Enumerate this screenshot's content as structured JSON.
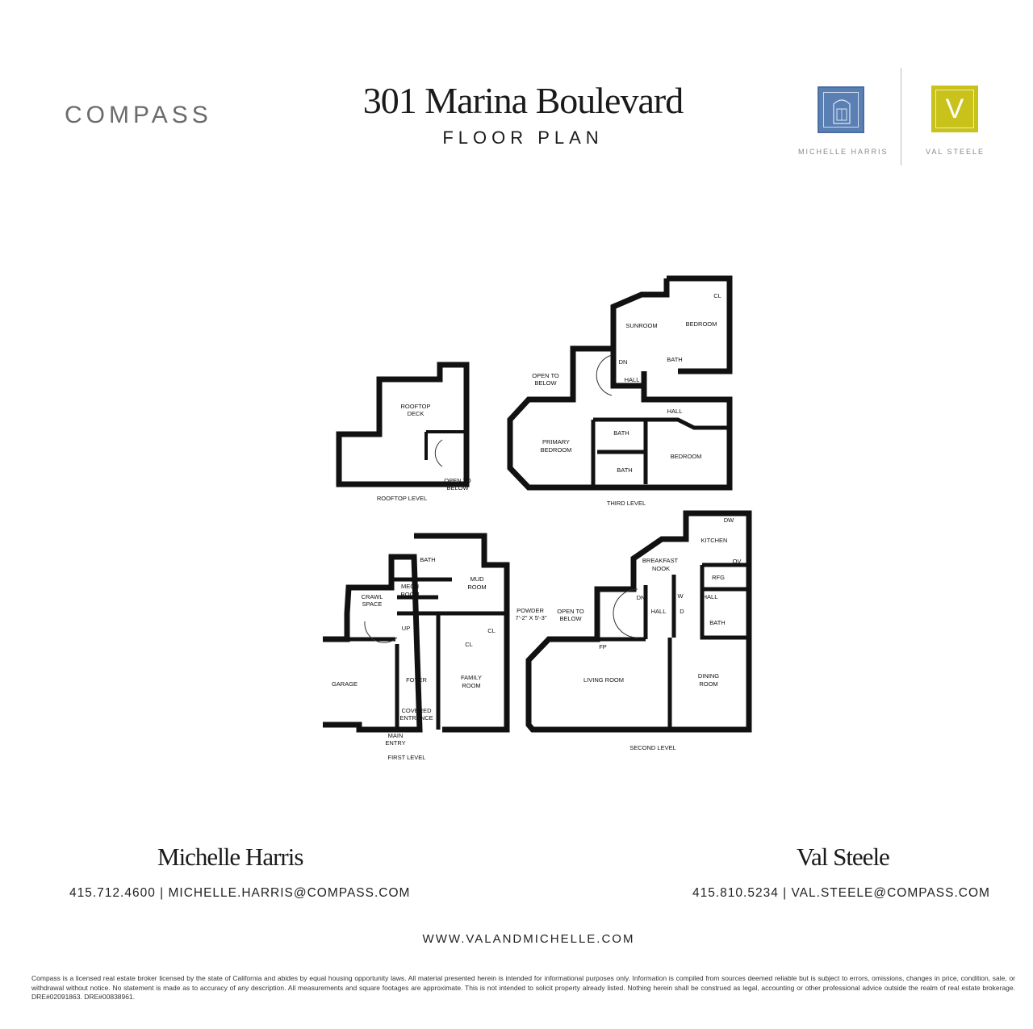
{
  "header": {
    "brand": "COMPASS",
    "title": "301 Marina Boulevard",
    "subtitle": "FLOOR PLAN"
  },
  "agents": [
    {
      "logo_caption": "MICHELLE HARRIS",
      "name": "Michelle Harris",
      "phone": "415.712.4600",
      "email": "MICHELLE.HARRIS@COMPASS.COM",
      "logo_color": "#5a7fb3"
    },
    {
      "logo_caption": "VAL STEELE",
      "logo_letter": "V",
      "name": "Val Steele",
      "phone": "415.810.5234",
      "email": "VAL.STEELE@COMPASS.COM",
      "logo_color": "#c8c21a"
    }
  ],
  "floorplan": {
    "levels": {
      "rooftop": "ROOFTOP LEVEL",
      "third": "THIRD LEVEL",
      "first": "FIRST LEVEL",
      "second": "SECOND LEVEL"
    },
    "rooms": {
      "rooftop_deck_1": "ROOFTOP",
      "rooftop_deck_2": "DECK",
      "rooftop_open_1": "OPEN TO",
      "rooftop_open_2": "BELOW",
      "sunroom": "SUNROOM",
      "bedroom_top": "BEDROOM",
      "bath_top": "BATH",
      "hall_third_1": "HALL",
      "hall_third_2": "HALL",
      "third_open_1": "OPEN TO",
      "third_open_2": "BELOW",
      "primary_1": "PRIMARY",
      "primary_2": "BEDROOM",
      "bath_primary_1": "BATH",
      "bath_primary_2": "BATH",
      "bedroom_right": "BEDROOM",
      "cl_third": "CL",
      "bath_first": "BATH",
      "mech_1": "MECH",
      "mech_2": "ROOM",
      "crawl_1": "CRAWL",
      "crawl_2": "SPACE",
      "mud_1": "MUD",
      "mud_2": "ROOM",
      "powder": "POWDER",
      "powder_dim": "7'-2\" X 5'-3\"",
      "cl_first_1": "CL",
      "cl_first_2": "CL",
      "garage": "GARAGE",
      "foyer": "FOYER",
      "covered_1": "COVERED",
      "covered_2": "ENTRANCE",
      "main_1": "MAIN",
      "main_2": "ENTRY",
      "family_1": "FAMILY",
      "family_2": "ROOM",
      "kitchen": "KITCHEN",
      "dw": "DW",
      "ov": "OV",
      "rfg": "RFG",
      "breakfast_1": "BREAKFAST",
      "breakfast_2": "NOOK",
      "hall_second_1": "HALL",
      "hall_second_2": "HALL",
      "bath_second": "BATH",
      "w": "W",
      "d": "D",
      "fp": "FP",
      "second_open_1": "OPEN TO",
      "second_open_2": "BELOW",
      "living": "LIVING ROOM",
      "dining_1": "DINING",
      "dining_2": "ROOM",
      "up": "UP",
      "dn": "DN"
    }
  },
  "footer": {
    "website": "WWW.VALANDMICHELLE.COM",
    "disclaimer": "Compass is a licensed real estate broker licensed by the state of California and abides by equal housing opportunity laws. All material presented herein is intended for informational purposes only. Information is compiled from sources deemed reliable but is subject to errors, omissions, changes in price, condition, sale, or withdrawal without notice. No statement is made as to accuracy of any description. All measurements and square footages are approximate. This is not intended to solicit property already listed. Nothing herein shall be construed as legal, accounting or other professional advice outside the realm of real estate brokerage. DRE#02091863. DRE#00838961."
  }
}
